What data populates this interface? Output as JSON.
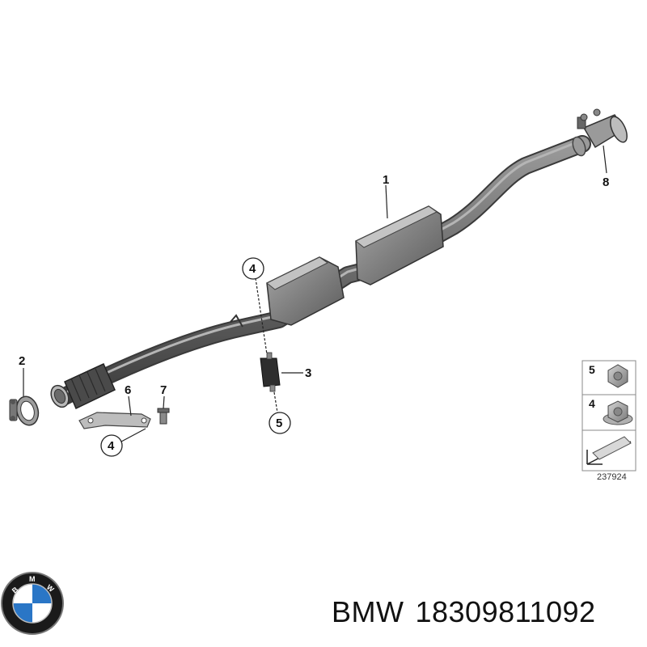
{
  "diagram": {
    "callouts": [
      {
        "id": "part-1",
        "label": "1"
      },
      {
        "id": "part-2",
        "label": "2"
      },
      {
        "id": "part-3",
        "label": "3"
      },
      {
        "id": "part-4a",
        "label": "4"
      },
      {
        "id": "part-4b",
        "label": "4"
      },
      {
        "id": "part-5",
        "label": "5"
      },
      {
        "id": "part-6",
        "label": "6"
      },
      {
        "id": "part-7",
        "label": "7"
      },
      {
        "id": "part-8",
        "label": "8"
      }
    ],
    "legend": {
      "items": [
        {
          "label": "5"
        },
        {
          "label": "4"
        }
      ],
      "reference_number": "237924"
    }
  },
  "logo": {
    "letters": "BMW"
  },
  "caption": {
    "brand": "BMW",
    "part_number": "18309811092"
  }
}
